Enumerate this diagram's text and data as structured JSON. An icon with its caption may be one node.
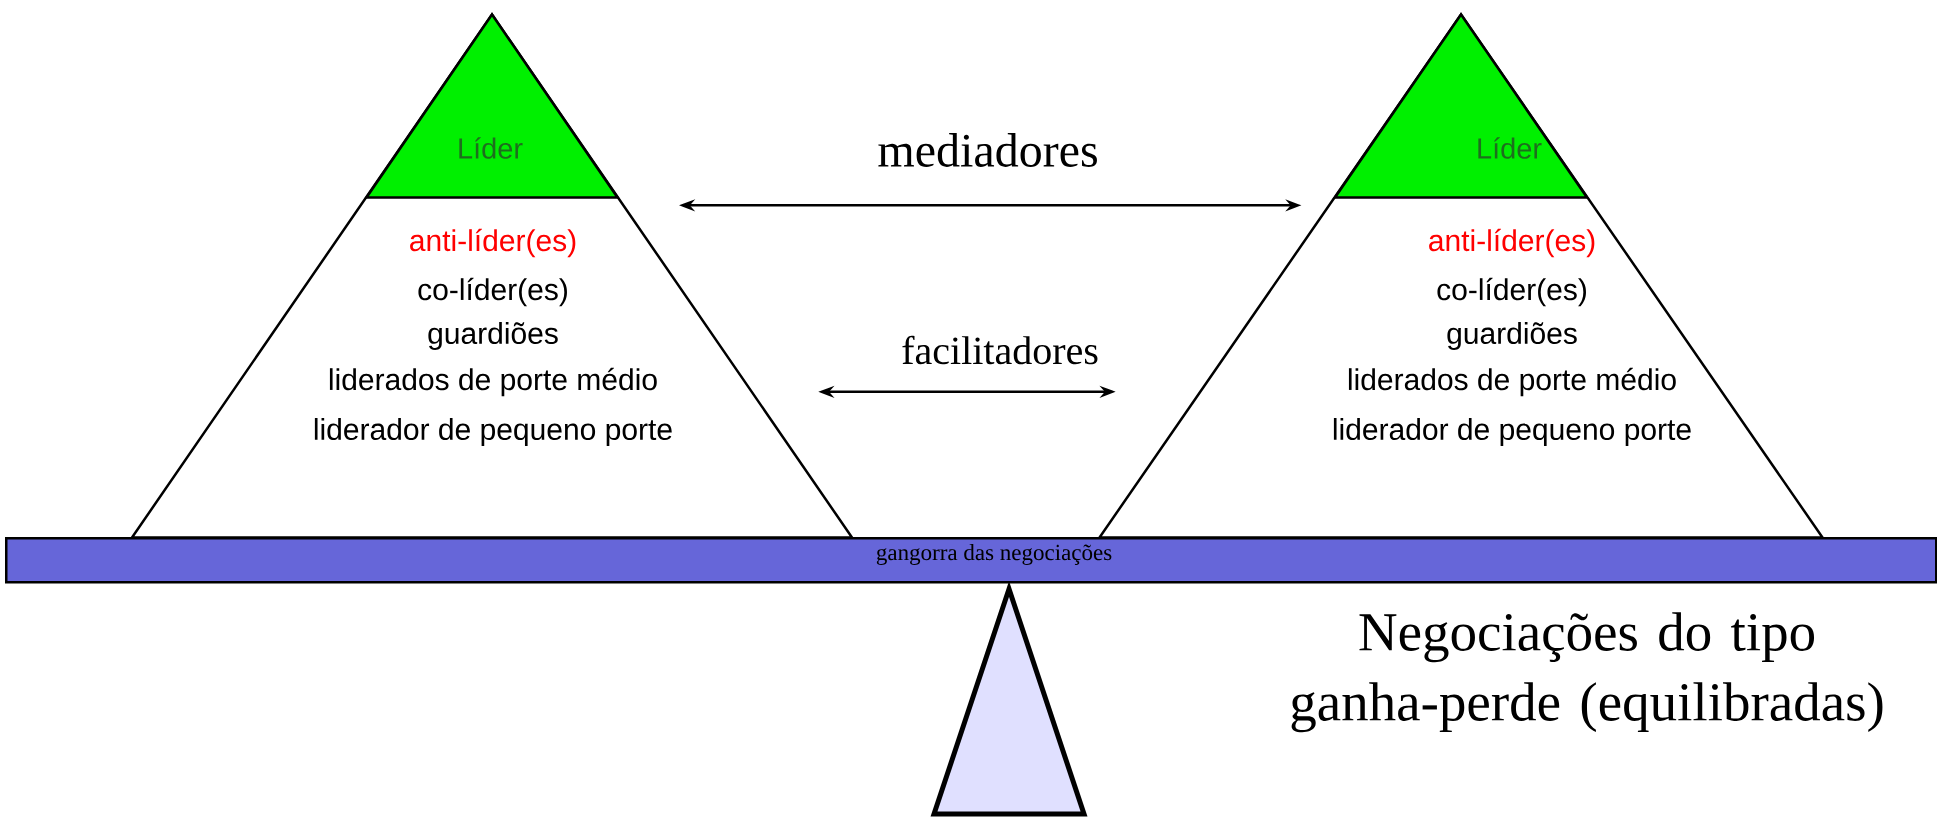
{
  "diagram": {
    "nodes": [
      {
        "text": [
          "anti-líder(es)",
          "co-líder(es)",
          "guardiões",
          "liderados de porte médio",
          "liderador de pequeno porte"
        ]
      },
      {
        "text": [
          "Líder"
        ],
        "in": 0
      },
      {
        "text": [
          "anti-líder(es)",
          "co-líder(es)",
          "guardiões",
          "liderados de porte médio",
          "liderador de pequeno porte"
        ]
      },
      {
        "text": [
          "Líder"
        ],
        "in": 2
      },
      {
        "text": [
          "gangorra das negociações"
        ]
      },
      {
        "text": [],
        "shape": "triangle"
      }
    ],
    "edges": [
      {
        "from": 0,
        "to": 2,
        "arrow": "both",
        "label": "mediadores"
      },
      {
        "from": 0,
        "to": 2,
        "arrow": "both",
        "label": "facilitadores"
      }
    ],
    "labels": [
      "Negociações do tipo ganha-perde (equilibradas)"
    ]
  }
}
